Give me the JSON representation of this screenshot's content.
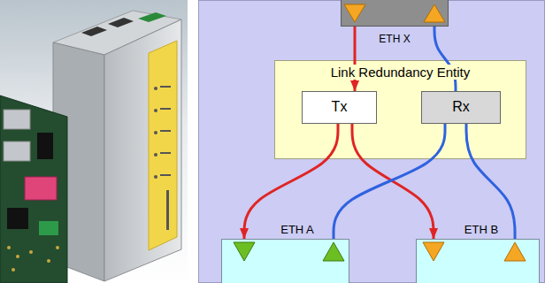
{
  "diagram": {
    "nodes": [
      {
        "text": [
          "ETH X"
        ]
      },
      {
        "text": [
          "Link Redundancy Entity"
        ]
      },
      {
        "text": [
          "Tx"
        ],
        "in": 1
      },
      {
        "text": [
          "Rx"
        ],
        "in": 1
      },
      {
        "text": [
          "ETH A"
        ]
      },
      {
        "text": [
          "ETH B"
        ]
      }
    ],
    "edges": [
      {
        "from": 0,
        "to": 2,
        "arrow": "to"
      },
      {
        "from": 2,
        "to": 4,
        "arrow": "to"
      },
      {
        "from": 2,
        "to": 5,
        "arrow": "to"
      },
      {
        "from": 4,
        "to": 3,
        "arrow": "none"
      },
      {
        "from": 5,
        "to": 3,
        "arrow": "none"
      },
      {
        "from": 3,
        "to": 0,
        "arrow": "none"
      }
    ]
  }
}
